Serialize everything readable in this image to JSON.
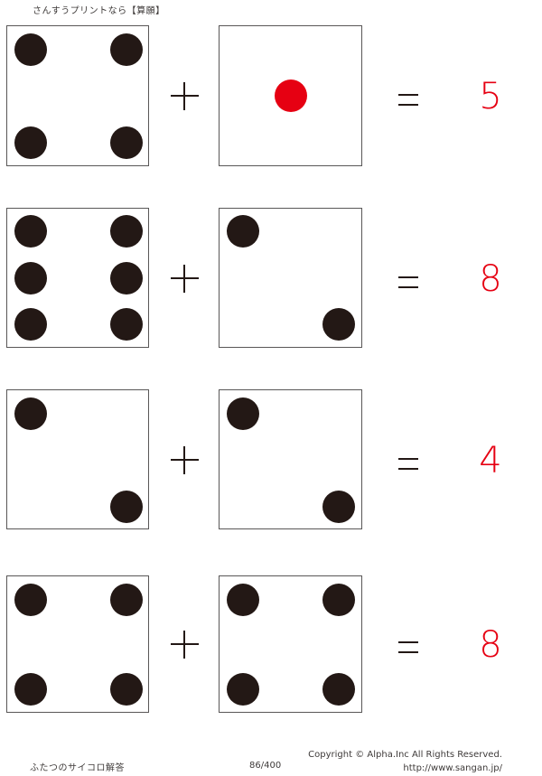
{
  "header": {
    "title": "さんすうプリントなら【算願】"
  },
  "problems": [
    {
      "left_pips": 4,
      "right_pips": 1,
      "operator": "+",
      "equals": "=",
      "answer": "5"
    },
    {
      "left_pips": 6,
      "right_pips": 2,
      "operator": "+",
      "equals": "=",
      "answer": "8"
    },
    {
      "left_pips": 2,
      "right_pips": 2,
      "operator": "+",
      "equals": "=",
      "answer": "4"
    },
    {
      "left_pips": 4,
      "right_pips": 4,
      "operator": "+",
      "equals": "=",
      "answer": "8"
    }
  ],
  "colors": {
    "pip": "#231815",
    "pip_one": "#e60012",
    "answer": "#e60012",
    "border": "#595757"
  },
  "footer": {
    "worksheet_title": "ふたつのサイコロ解答",
    "page": "86/400",
    "copyright": "Copyright ©  Alpha.Inc All Rights Reserved.",
    "url": "http://www.sangan.jp/"
  }
}
